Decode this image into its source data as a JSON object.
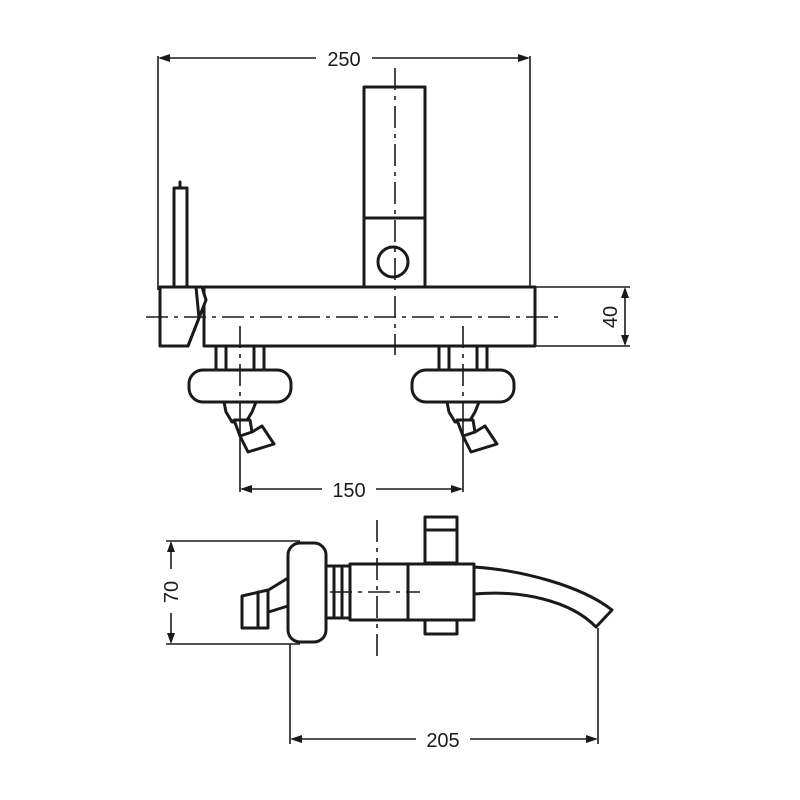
{
  "dimensions": {
    "overall_width": "250",
    "body_height": "40",
    "inlet_spacing": "150",
    "side_height": "70",
    "side_depth": "205"
  }
}
